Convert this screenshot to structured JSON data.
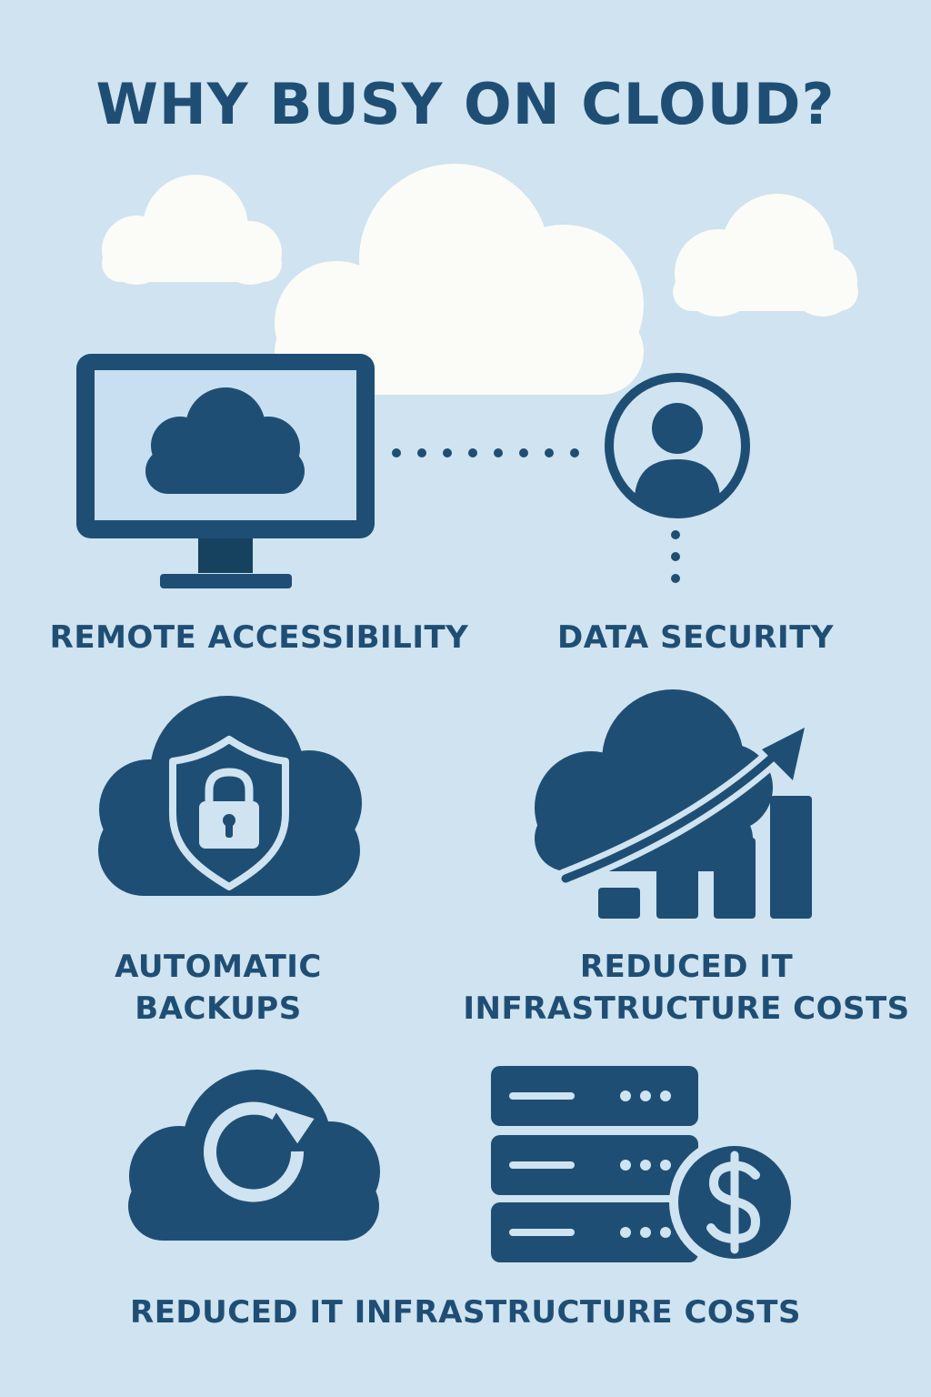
{
  "title": "WHY BUSY ON CLOUD?",
  "features": [
    {
      "label": "REMOTE ACCESSIBILITY",
      "icon": "monitor-cloud-icon"
    },
    {
      "label": "DATA SECURITY",
      "icon": "user-circle-icon"
    },
    {
      "label_lines": [
        "AUTOMATIC",
        "BACKUPS"
      ],
      "icon": "cloud-shield-lock-icon"
    },
    {
      "label_lines": [
        "REDUCED IT",
        "INFRASTRUCTURE COSTS"
      ],
      "icon": "cloud-growth-chart-icon"
    },
    {
      "label": "REDUCED IT INFRASTRUCTURE COSTS",
      "icons": [
        "cloud-sync-icon",
        "server-dollar-icon"
      ]
    }
  ],
  "colors": {
    "background": "#cfe3f1",
    "primary": "#1f4e75",
    "screen": "#c7dff0",
    "cloud": "#fbfbf8",
    "icon_detail": "#cfe3f1"
  }
}
